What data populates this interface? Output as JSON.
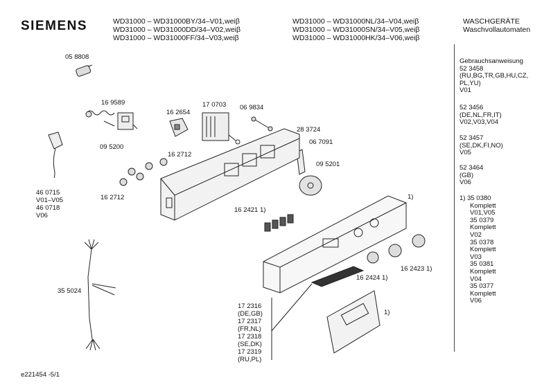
{
  "header": {
    "brand": "SIEMENS",
    "models_col1": [
      "WD31000 – WD31000BY/34–V01,weiβ",
      "WD31000 – WD31000DD/34–V02,weiβ",
      "WD31000 – WD31000FF/34–V03,weiβ"
    ],
    "models_col2": [
      "WD31000 – WD31000NL/34–V04,weiβ",
      "WD31000 – WD31000SN/34–V05,weiβ",
      "WD31000 – WD31000HK/34–V06,weiβ"
    ],
    "category": [
      "WASCHGERÄTE",
      "Waschvollautomaten"
    ]
  },
  "sidebar": {
    "blocks": [
      [
        "Gebrauchsanweisung",
        "52 3458",
        "(RU,BG,TR,GB,HU,CZ,",
        "PL,YU)",
        "V01"
      ],
      [
        "52 3456",
        "(DE,NL,FR,IT)",
        "V02,V03,V04"
      ],
      [
        "52 3457",
        "(SE,DK,FI,NO)",
        "V05"
      ],
      [
        "52 3464",
        "(GB)",
        "V06"
      ],
      [
        "1)  35 0380",
        "     Komplett",
        "     V01,V05",
        "     35 0379",
        "     Komplett",
        "     V02",
        "     35 0378",
        "     Komplett",
        "     V03",
        "     35 0381",
        "     Komplett",
        "     V04",
        "     35 0377",
        "     Komplett",
        "     V06"
      ]
    ]
  },
  "parts": {
    "p058808": "05 8808",
    "p169589": "16 9589",
    "p162654": "16 2654",
    "p170703": "17 0703",
    "p069834": "06 9834",
    "p283724": "28 3724",
    "p067091": "06 7091",
    "p095200": "09 5200",
    "p162712a": "16 2712",
    "p162712b": "16 2712",
    "p095201": "09 5201",
    "cable": [
      "46 0715",
      "V01–V05",
      "46 0718",
      "V06"
    ],
    "p162421": "16 2421 1)",
    "p355024": "35 5024",
    "p162424": "16 2424 1)",
    "p162423": "16 2423 1)",
    "fn_panel": "1)",
    "fn_drawer": "1)",
    "p172316": [
      "17 2316",
      "(DE,GB)",
      "17 2317",
      "(FR,NL)",
      "17 2318",
      "(SE,DK)",
      "17 2319",
      "(RU,PL)"
    ]
  },
  "footer": {
    "code": "e221454  -5/1"
  }
}
